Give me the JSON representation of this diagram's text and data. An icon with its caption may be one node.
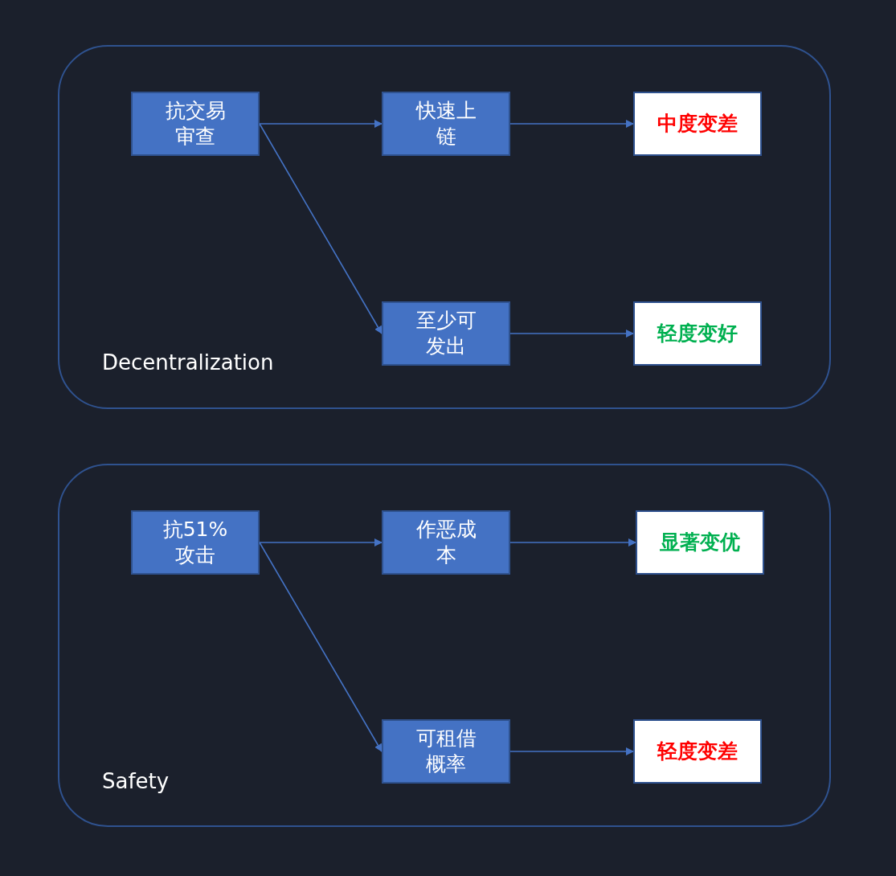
{
  "diagram": {
    "nodes": [
      {
        "text": [
          "Decentralization"
        ]
      },
      {
        "text": [
          "抗交易审查"
        ],
        "in": 0
      },
      {
        "text": [
          "快速上链"
        ],
        "in": 0
      },
      {
        "text": [
          "中度变差"
        ],
        "in": 0
      },
      {
        "text": [
          "至少可发出"
        ],
        "in": 0
      },
      {
        "text": [
          "轻度变好"
        ],
        "in": 0
      },
      {
        "text": [
          "Safety"
        ]
      },
      {
        "text": [
          "抗51%攻击"
        ],
        "in": 6
      },
      {
        "text": [
          "作恶成本"
        ],
        "in": 6
      },
      {
        "text": [
          "显著变优"
        ],
        "in": 6
      },
      {
        "text": [
          "可租借概率"
        ],
        "in": 6
      },
      {
        "text": [
          "轻度变差"
        ],
        "in": 6
      }
    ],
    "edges": [
      {
        "from": 1,
        "to": 2,
        "arrow": "to"
      },
      {
        "from": 2,
        "to": 3,
        "arrow": "to"
      },
      {
        "from": 1,
        "to": 4,
        "arrow": "to"
      },
      {
        "from": 4,
        "to": 5,
        "arrow": "to"
      },
      {
        "from": 7,
        "to": 8,
        "arrow": "to"
      },
      {
        "from": 8,
        "to": 9,
        "arrow": "to"
      },
      {
        "from": 7,
        "to": 10,
        "arrow": "to"
      },
      {
        "from": 10,
        "to": 11,
        "arrow": "to"
      }
    ]
  }
}
